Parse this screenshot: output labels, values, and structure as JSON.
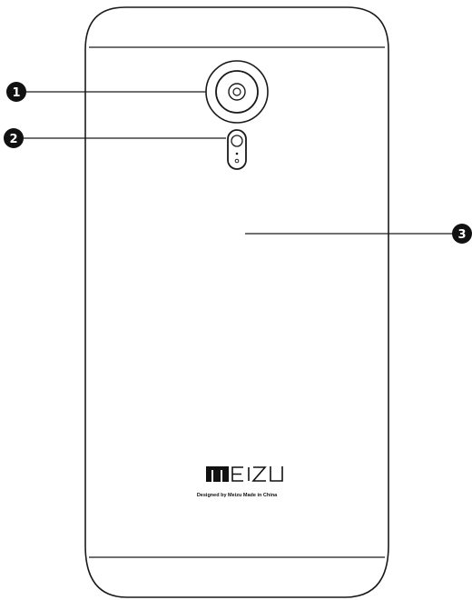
{
  "callouts": [
    {
      "number": "1",
      "label": ""
    },
    {
      "number": "2",
      "label": ""
    },
    {
      "number": "3",
      "label": ""
    }
  ],
  "brand": {
    "logo_text": "MEIZU",
    "tagline": "Designed by Meizu Made in China"
  },
  "colors": {
    "stroke": "#1a1a1a",
    "callout_fill": "#111111",
    "background": "#ffffff"
  },
  "icons": [
    "camera-lens-icon",
    "flash-module-icon",
    "meizu-logo"
  ]
}
